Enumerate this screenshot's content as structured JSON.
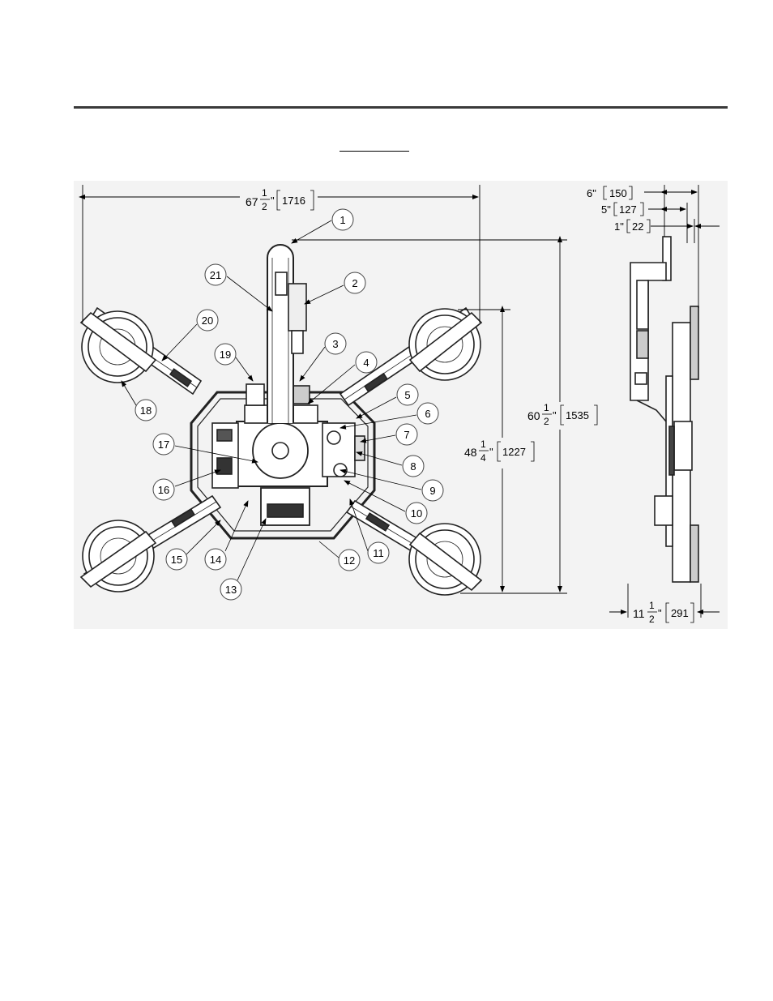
{
  "dimensions": {
    "overall_width": {
      "whole": "67",
      "num": "1",
      "den": "2",
      "mark": "\"",
      "metric": "1716"
    },
    "overall_height": {
      "whole": "60",
      "num": "1",
      "den": "2",
      "mark": "\"",
      "metric": "1535"
    },
    "pad_height": {
      "whole": "48",
      "num": "1",
      "den": "4",
      "mark": "\"",
      "metric": "1227"
    },
    "side_depth": {
      "whole": "11",
      "num": "1",
      "den": "2",
      "mark": "\"",
      "metric": "291"
    },
    "side_6": {
      "label": "6\"",
      "metric": "150"
    },
    "side_5": {
      "label": "5\"",
      "metric": "127"
    },
    "side_1": {
      "label": "1\"",
      "metric": "22"
    }
  },
  "callouts": [
    "1",
    "2",
    "3",
    "4",
    "5",
    "6",
    "7",
    "8",
    "9",
    "10",
    "11",
    "12",
    "13",
    "14",
    "15",
    "16",
    "17",
    "18",
    "19",
    "20",
    "21"
  ]
}
